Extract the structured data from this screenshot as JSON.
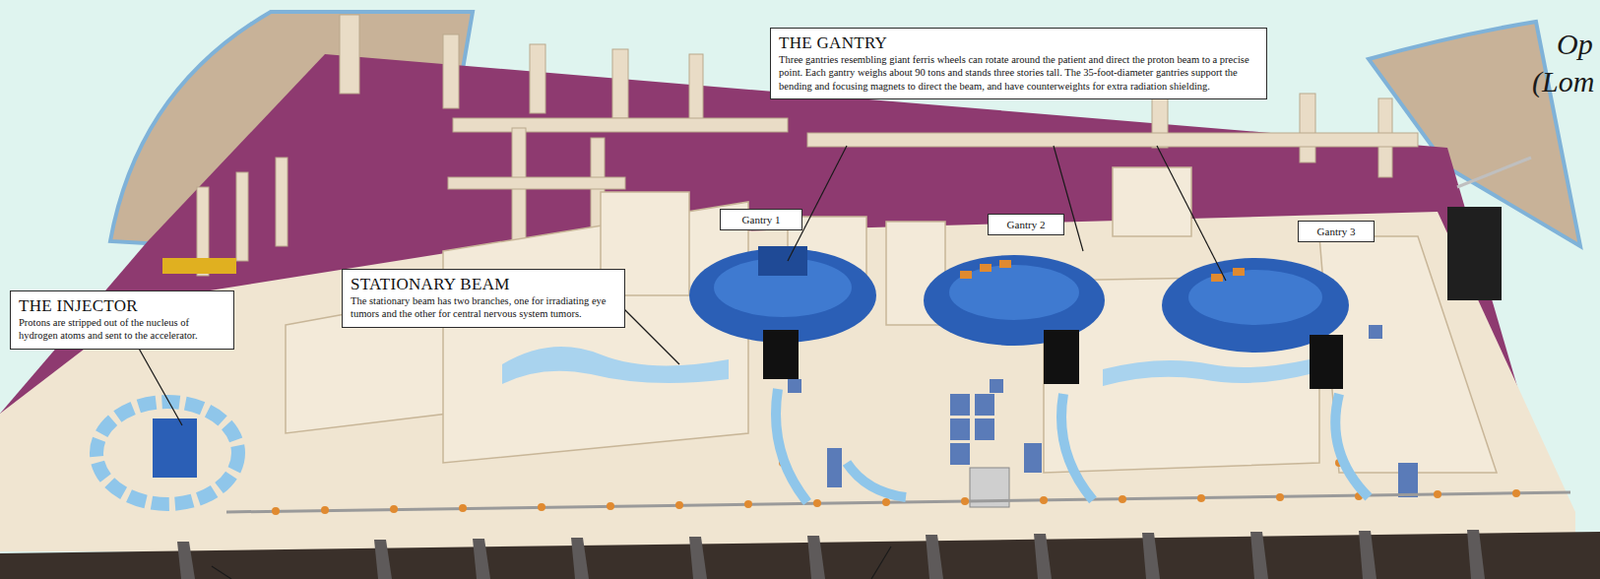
{
  "diagram": {
    "nodes": [
      {
        "text": [
          "THE GANTRY",
          "Three gantries resembling giant ferris wheels can rotate around the patient and direct the proton beam to a precise point. Each gantry weighs about 90 tons and stands three stories tall. The 35-foot-diameter gantries support the bending and focusing magnets to direct the beam, and have counterweights for extra radiation shielding."
        ]
      },
      {
        "text": [
          "Gantry 1"
        ]
      },
      {
        "text": [
          "Gantry 2"
        ]
      },
      {
        "text": [
          "Gantry 3"
        ]
      },
      {
        "text": [
          "STATIONARY BEAM",
          "The stationary beam has two branches, one for irradiating eye tumors and the other for central nervous system tumors."
        ]
      },
      {
        "text": [
          "THE INJECTOR",
          "Protons are stripped out of the nucleus of hydrogen atoms and sent to the accelerator."
        ]
      }
    ],
    "labels": [
      "Op",
      "(Lom"
    ]
  }
}
